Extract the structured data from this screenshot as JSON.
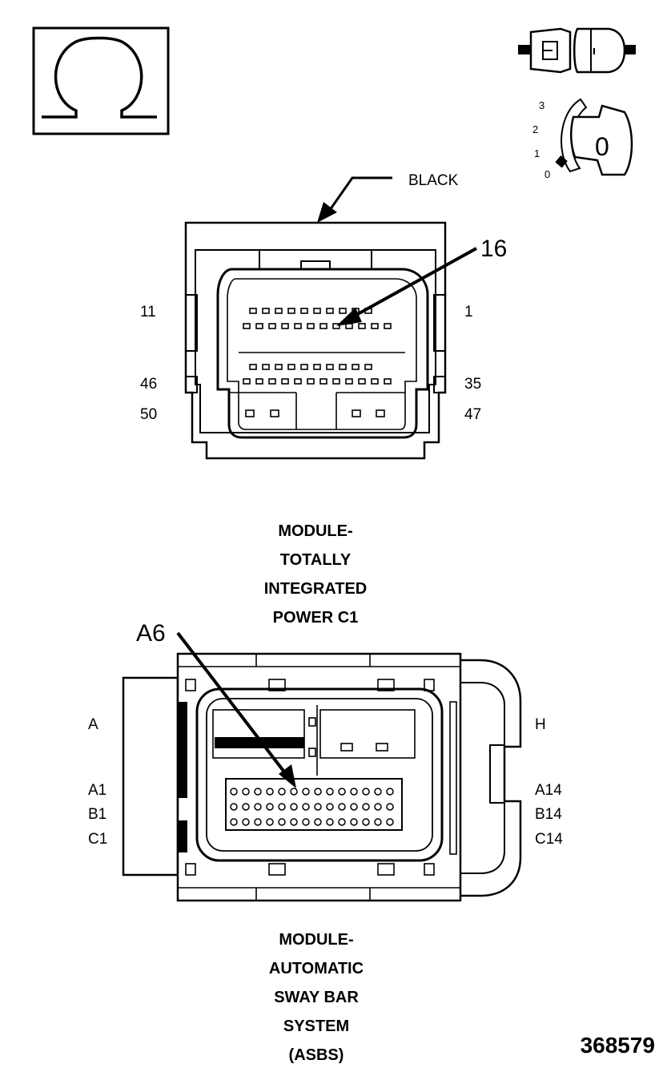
{
  "icons": {
    "ohmmeter": "omega-symbol",
    "connector": "disconnected-connector",
    "ignition": "ignition-key-position",
    "ignition_positions": [
      "3",
      "2",
      "1",
      "0"
    ],
    "key_mark": "0"
  },
  "connector_c1": {
    "color_label": "BLACK",
    "callout": "16",
    "pins": {
      "top_left": "11",
      "top_right": "1",
      "mid_left": "46",
      "mid_right": "35",
      "bottom_left": "50",
      "bottom_right": "47"
    },
    "title": [
      "MODULE-",
      "TOTALLY",
      "INTEGRATED",
      "POWER C1"
    ]
  },
  "connector_asbs": {
    "callout": "A6",
    "pins": {
      "a": "A",
      "h": "H",
      "a1": "A1",
      "b1": "B1",
      "c1": "C1",
      "a14": "A14",
      "b14": "B14",
      "c14": "C14"
    },
    "title": [
      "MODULE-",
      "AUTOMATIC",
      "SWAY BAR",
      "SYSTEM",
      "(ASBS)"
    ]
  },
  "figure_number": "368579"
}
